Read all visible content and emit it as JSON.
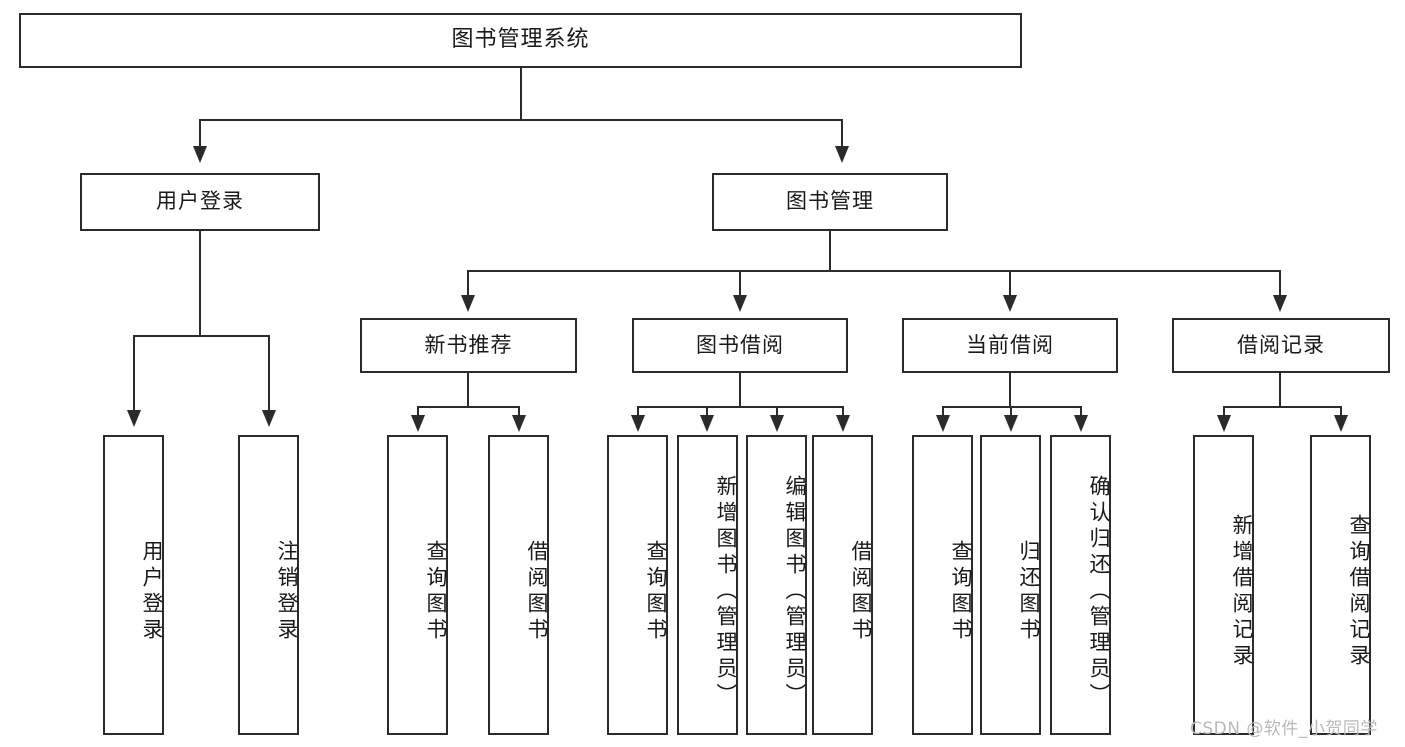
{
  "diagram": {
    "title": "图书管理系统",
    "type": "tree",
    "root": {
      "label": "图书管理系统"
    },
    "level1": [
      {
        "label": "用户登录"
      },
      {
        "label": "图书管理"
      }
    ],
    "level2": [
      {
        "label": "新书推荐"
      },
      {
        "label": "图书借阅"
      },
      {
        "label": "当前借阅"
      },
      {
        "label": "借阅记录"
      }
    ],
    "leaves": {
      "user_login": [
        {
          "label": "用户登录"
        },
        {
          "label": "注销登录"
        }
      ],
      "new_book_recommend": [
        {
          "label": "查询图书"
        },
        {
          "label": "借阅图书"
        }
      ],
      "book_borrow": [
        {
          "label": "查询图书"
        },
        {
          "label": "新增图书（管理员）"
        },
        {
          "label": "编辑图书（管理员）"
        },
        {
          "label": "借阅图书"
        }
      ],
      "current_borrow": [
        {
          "label": "查询图书"
        },
        {
          "label": "归还图书"
        },
        {
          "label": "确认归还（管理员）"
        }
      ],
      "borrow_record": [
        {
          "label": "新增借阅记录"
        },
        {
          "label": "查询借阅记录"
        }
      ]
    }
  },
  "watermark": {
    "text": "CSDN @软件_小贺同学"
  },
  "colors": {
    "stroke": "#2b2b2b",
    "background": "#ffffff",
    "watermark": "#b9b9b9"
  }
}
